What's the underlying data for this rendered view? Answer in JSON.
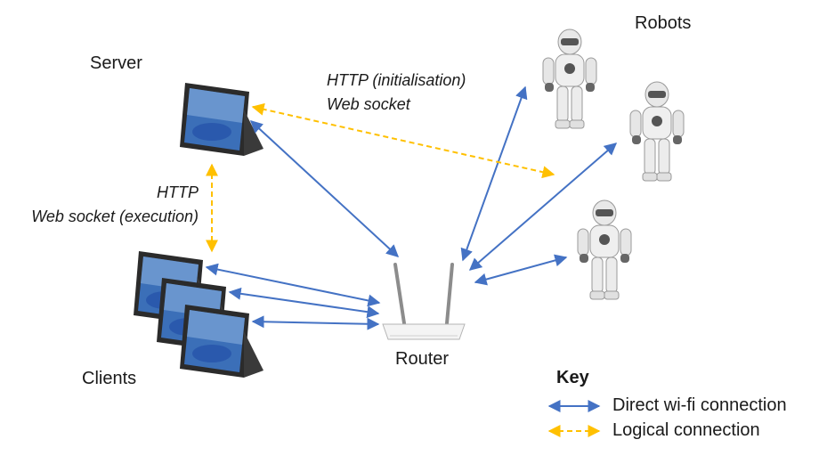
{
  "nodes": {
    "server": {
      "label": "Server",
      "icon": "tablet-icon"
    },
    "clients": {
      "label": "Clients",
      "icon": "tablet-icon"
    },
    "router": {
      "label": "Router",
      "icon": "router-icon"
    },
    "robots": {
      "label": "Robots",
      "icon": "humanoid-robot-icon"
    }
  },
  "edge_labels": {
    "server_robots": [
      "HTTP (initialisation)",
      "Web socket"
    ],
    "server_clients": [
      "HTTP",
      "Web socket (execution)"
    ]
  },
  "key": {
    "title": "Key",
    "items": [
      {
        "label": "Direct wi-fi connection",
        "style": "solid",
        "color": "#4472c4"
      },
      {
        "label": "Logical connection",
        "style": "dashed",
        "color": "#ffc000"
      }
    ]
  },
  "colors": {
    "direct": "#4472c4",
    "logical": "#ffc000"
  }
}
